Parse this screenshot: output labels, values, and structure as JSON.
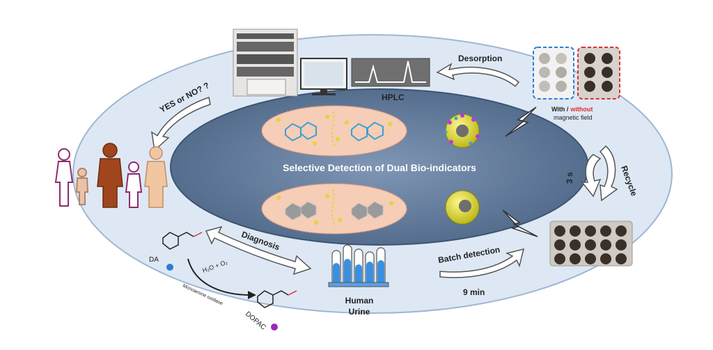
{
  "center": {
    "title": "Selective Detection of Dual Bio-indicators"
  },
  "labels": {
    "hplc": "HPLC",
    "desorption": "Desorption",
    "yes_no": "YES or NO? ?",
    "with": "With /",
    "without": "without",
    "magnetic_field": "magnetic field",
    "recycle": "Recycle",
    "three_s": "3 s",
    "batch_detection": "Batch detection",
    "nine_min": "9 min",
    "diagnosis": "Diagnosis",
    "human": "Human",
    "urine": "Urine",
    "da": "DA",
    "dopac": "DOPAC",
    "reaction": "H₂O + O₂",
    "pathway": "Monoamine oxidase"
  },
  "colors": {
    "outer_ring": "#dde8f4",
    "inner_ellipse": "#5f7898",
    "arrow_fill": "#ffffff",
    "cell_fill": "#f6cdb6",
    "accent_red": "#d83030",
    "accent_blue": "#2a7dd6",
    "nanoparticle": "#e6e23a"
  }
}
